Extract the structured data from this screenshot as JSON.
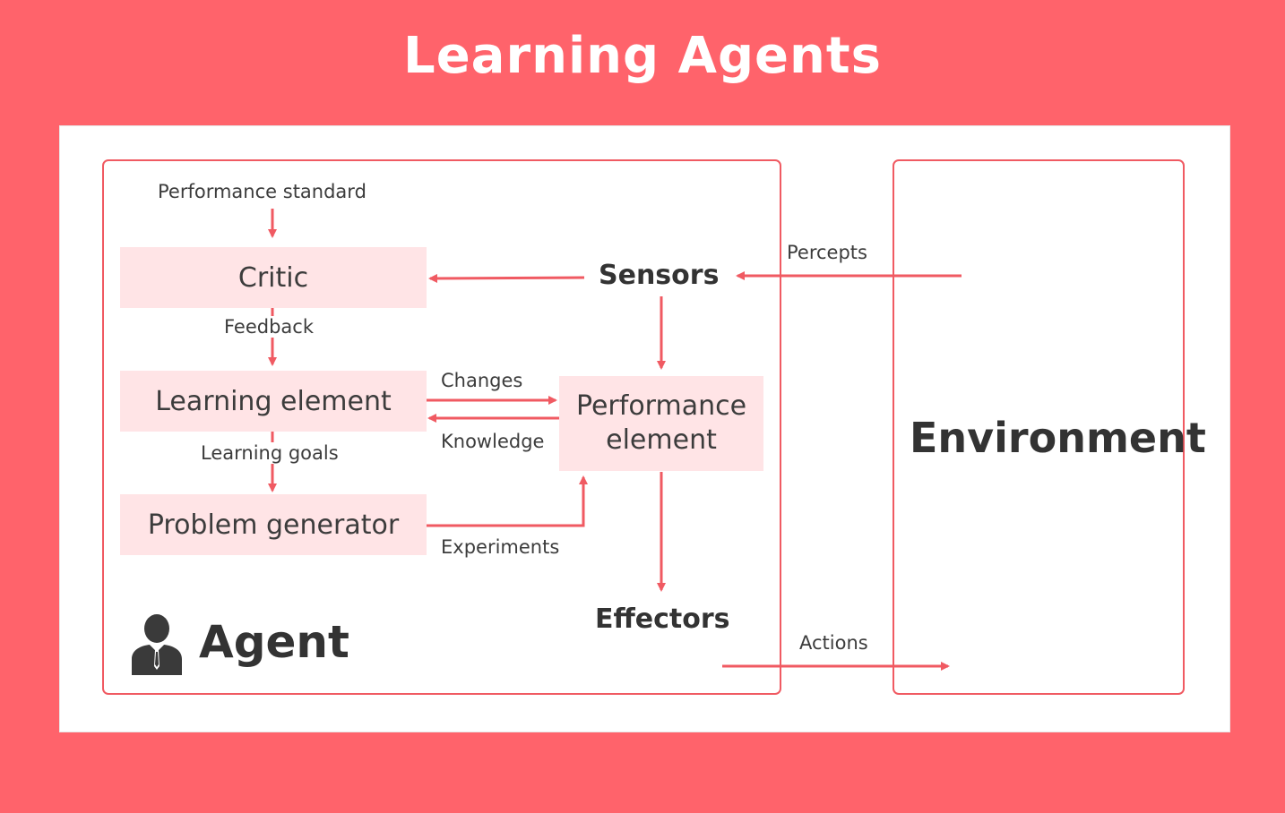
{
  "title": "Learning Agents",
  "agent_label": "Agent",
  "environment_label": "Environment",
  "components": {
    "critic": "Critic",
    "learning_element": "Learning element",
    "problem_generator": "Problem generator",
    "performance_element": "Performance element",
    "sensors": "Sensors",
    "effectors": "Effectors"
  },
  "edge_labels": {
    "performance_standard": "Performance standard",
    "feedback": "Feedback",
    "learning_goals": "Learning goals",
    "changes": "Changes",
    "knowledge": "Knowledge",
    "experiments": "Experiments",
    "percepts": "Percepts",
    "actions": "Actions"
  },
  "icons": {
    "agent": "businessman-icon"
  },
  "colors": {
    "background": "#ff636b",
    "panel": "#ffffff",
    "accent": "#f05a62",
    "box_fill": "#ffe4e6",
    "text": "#3c3c3c"
  }
}
